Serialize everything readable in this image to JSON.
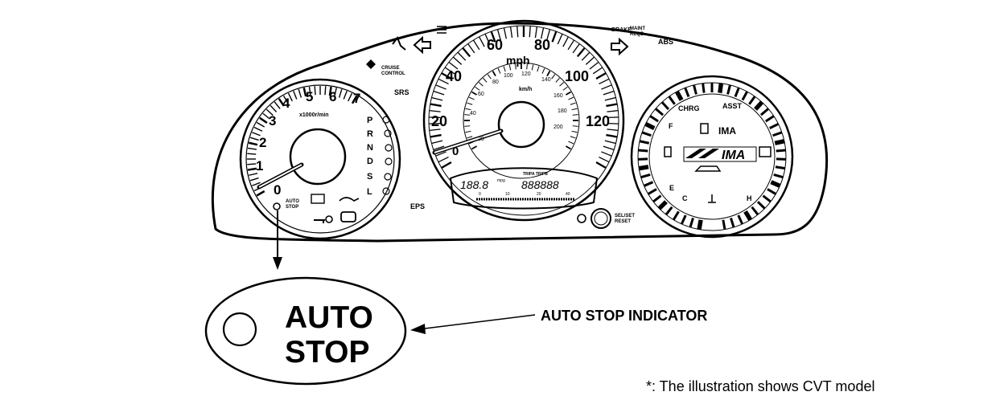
{
  "cluster": {
    "tach": {
      "numbers": [
        "0",
        "1",
        "2",
        "3",
        "4",
        "5",
        "6",
        "7"
      ],
      "unit": "x1000r/min",
      "gear_letters": [
        "P",
        "R",
        "N",
        "D",
        "S",
        "L"
      ],
      "auto_stop_small": [
        "AUTO",
        "STOP"
      ]
    },
    "speedo": {
      "mph_numbers": [
        "0",
        "20",
        "40",
        "60",
        "80",
        "100",
        "120"
      ],
      "kmh_numbers": [
        "20",
        "40",
        "60",
        "80",
        "100",
        "120",
        "140",
        "160",
        "180",
        "200"
      ],
      "unit_mph": "mph",
      "unit_kmh": "km/h",
      "odo_reading": "188.8",
      "odo_unit": "mpg",
      "trip_reading": "888888",
      "trip_label": "TRIPA TRIPB",
      "bar_scale": [
        "0",
        "10",
        "20",
        "40"
      ]
    },
    "ima": {
      "chrg": "CHRG",
      "asst": "ASST",
      "fuel_f": "F",
      "fuel_e": "E",
      "temp_c": "C",
      "temp_h": "H",
      "ima_lamp": "IMA",
      "logo": "IMA"
    },
    "indicators": {
      "brake": "BRAKE",
      "maint": [
        "MAINT",
        "REQD"
      ],
      "abs": "ABS",
      "srs": "SRS",
      "eps": "EPS",
      "cruise": [
        "CRUISE",
        "CONTROL"
      ],
      "sel_reset": [
        "SEL/SET",
        "RESET"
      ]
    }
  },
  "callout": {
    "line1": "AUTO",
    "line2": "STOP",
    "indicator_label": "AUTO STOP INDICATOR"
  },
  "footnote": "*: The illustration shows CVT model"
}
